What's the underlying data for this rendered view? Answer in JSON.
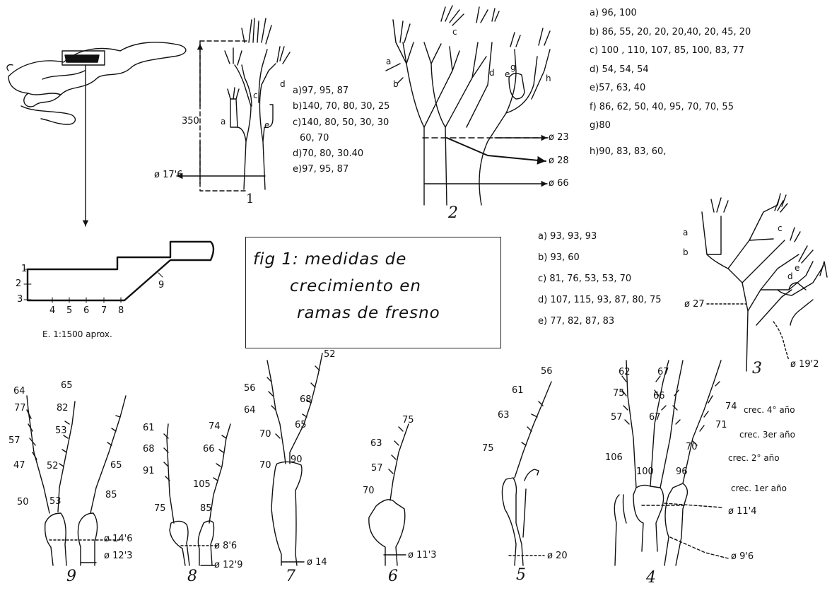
{
  "legend": {
    "line1": "fig 1: medidas de",
    "line2": "crecimiento en",
    "line3": "ramas de fresno"
  },
  "scale_note": "E. 1:1500 aprox.",
  "plot": {
    "side_labels": [
      "1",
      "2",
      "3"
    ],
    "bottom_labels": [
      "4",
      "5",
      "6",
      "7",
      "8"
    ],
    "corner_label": "9"
  },
  "figures": {
    "fig1": {
      "number": "1",
      "height_label": "350",
      "diameter": "ø 17'6",
      "branch_labels": [
        "a",
        "c",
        "d",
        "e"
      ],
      "measures": [
        "a)97, 95, 87",
        "b)140, 70, 80, 30, 25",
        "c)140, 80, 50, 30, 30",
        "60, 70",
        "d)70, 80, 30.40",
        "e)97, 95, 87"
      ]
    },
    "fig2": {
      "number": "2",
      "diameters": [
        "ø 23",
        "ø 28",
        "ø 66"
      ],
      "branch_labels": [
        "a",
        "b",
        "c",
        "d",
        "e",
        "g",
        "h"
      ],
      "measures": [
        "a) 96, 100",
        "b) 86, 55, 20, 20, 20,40, 20, 45, 20",
        "c) 100 , 110, 107, 85, 100, 83, 77",
        "d) 54, 54, 54",
        "e)57, 63, 40",
        "f) 86, 62, 50, 40, 95, 70, 70, 55",
        "g)80",
        "h)90, 83, 83, 60,"
      ]
    },
    "fig3": {
      "number": "3",
      "diameters": [
        "ø 27",
        "ø 19'2"
      ],
      "branch_labels": [
        "a",
        "b",
        "c",
        "d",
        "e"
      ],
      "measures": [
        "a) 93, 93, 93",
        "b) 93, 60",
        "c) 81, 76, 53, 53, 70",
        "d) 107, 115, 93, 87, 80, 75",
        "e) 77, 82, 87, 83"
      ]
    },
    "fig4": {
      "number": "4",
      "values": [
        "62",
        "67",
        "75",
        "66",
        "57",
        "67",
        "74",
        "71",
        "70",
        "106",
        "100",
        "96"
      ],
      "diameters": [
        "ø 11'4",
        "ø 9'6"
      ],
      "growth": [
        "crec. 4° año",
        "crec. 3er año",
        "crec. 2° año",
        "crec. 1er año"
      ]
    },
    "fig5": {
      "number": "5",
      "values": [
        "56",
        "61",
        "63",
        "75"
      ],
      "diameter": "ø 20"
    },
    "fig6": {
      "number": "6",
      "values": [
        "75",
        "63",
        "57",
        "70"
      ],
      "diameter": "ø 11'3"
    },
    "fig7": {
      "number": "7",
      "values": [
        "52",
        "56",
        "68",
        "64",
        "65",
        "70",
        "70",
        "90"
      ],
      "diameter": "ø 14"
    },
    "fig8": {
      "number": "8",
      "values": [
        "61",
        "74",
        "68",
        "66",
        "91",
        "105",
        "75",
        "85"
      ],
      "diameters": [
        "ø 8'6",
        "ø 12'9"
      ]
    },
    "fig9": {
      "number": "9",
      "values": [
        "64",
        "65",
        "77",
        "82",
        "57",
        "53",
        "47",
        "52",
        "65",
        "50",
        "53",
        "85"
      ],
      "diameters": [
        "ø 14'6",
        "ø 12'3"
      ]
    }
  }
}
